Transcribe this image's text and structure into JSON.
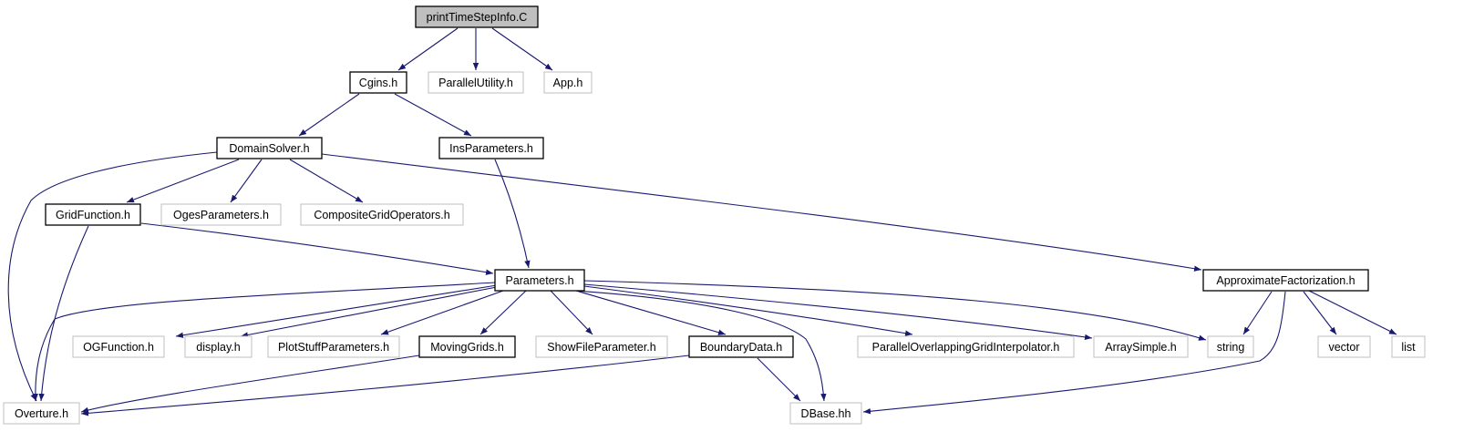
{
  "colors": {
    "edge": "#191970",
    "root_fill": "#bfbfbf",
    "doc_border": "#000000",
    "external_border": "#bfbfbf"
  },
  "nodes": [
    {
      "id": "printTimeStepInfo",
      "label": "printTimeStepInfo.C",
      "kind": "root"
    },
    {
      "id": "Cgins",
      "label": "Cgins.h",
      "kind": "doc"
    },
    {
      "id": "ParallelUtility",
      "label": "ParallelUtility.h",
      "kind": "external"
    },
    {
      "id": "App",
      "label": "App.h",
      "kind": "external"
    },
    {
      "id": "DomainSolver",
      "label": "DomainSolver.h",
      "kind": "doc"
    },
    {
      "id": "InsParameters",
      "label": "InsParameters.h",
      "kind": "doc"
    },
    {
      "id": "GridFunction",
      "label": "GridFunction.h",
      "kind": "doc"
    },
    {
      "id": "OgesParameters",
      "label": "OgesParameters.h",
      "kind": "external"
    },
    {
      "id": "CompositeGridOperators",
      "label": "CompositeGridOperators.h",
      "kind": "external"
    },
    {
      "id": "Parameters",
      "label": "Parameters.h",
      "kind": "doc"
    },
    {
      "id": "ApproximateFactorization",
      "label": "ApproximateFactorization.h",
      "kind": "doc"
    },
    {
      "id": "OGFunction",
      "label": "OGFunction.h",
      "kind": "external"
    },
    {
      "id": "display",
      "label": "display.h",
      "kind": "external"
    },
    {
      "id": "PlotStuffParameters",
      "label": "PlotStuffParameters.h",
      "kind": "external"
    },
    {
      "id": "MovingGrids",
      "label": "MovingGrids.h",
      "kind": "doc"
    },
    {
      "id": "ShowFileParameter",
      "label": "ShowFileParameter.h",
      "kind": "external"
    },
    {
      "id": "BoundaryData",
      "label": "BoundaryData.h",
      "kind": "doc"
    },
    {
      "id": "ParallelOverlappingGridInterpolator",
      "label": "ParallelOverlappingGridInterpolator.h",
      "kind": "external"
    },
    {
      "id": "ArraySimple",
      "label": "ArraySimple.h",
      "kind": "external"
    },
    {
      "id": "string",
      "label": "string",
      "kind": "external"
    },
    {
      "id": "vector",
      "label": "vector",
      "kind": "external"
    },
    {
      "id": "list",
      "label": "list",
      "kind": "external"
    },
    {
      "id": "Overture",
      "label": "Overture.h",
      "kind": "external"
    },
    {
      "id": "DBase",
      "label": "DBase.hh",
      "kind": "external"
    }
  ],
  "edges": [
    {
      "from": "printTimeStepInfo",
      "to": "Cgins"
    },
    {
      "from": "printTimeStepInfo",
      "to": "ParallelUtility"
    },
    {
      "from": "printTimeStepInfo",
      "to": "App"
    },
    {
      "from": "Cgins",
      "to": "DomainSolver"
    },
    {
      "from": "Cgins",
      "to": "InsParameters"
    },
    {
      "from": "DomainSolver",
      "to": "GridFunction"
    },
    {
      "from": "DomainSolver",
      "to": "OgesParameters"
    },
    {
      "from": "DomainSolver",
      "to": "CompositeGridOperators"
    },
    {
      "from": "DomainSolver",
      "to": "ApproximateFactorization"
    },
    {
      "from": "DomainSolver",
      "to": "Overture"
    },
    {
      "from": "InsParameters",
      "to": "Parameters"
    },
    {
      "from": "GridFunction",
      "to": "Parameters"
    },
    {
      "from": "GridFunction",
      "to": "Overture"
    },
    {
      "from": "Parameters",
      "to": "Overture"
    },
    {
      "from": "Parameters",
      "to": "OGFunction"
    },
    {
      "from": "Parameters",
      "to": "display"
    },
    {
      "from": "Parameters",
      "to": "PlotStuffParameters"
    },
    {
      "from": "Parameters",
      "to": "MovingGrids"
    },
    {
      "from": "Parameters",
      "to": "ShowFileParameter"
    },
    {
      "from": "Parameters",
      "to": "BoundaryData"
    },
    {
      "from": "Parameters",
      "to": "ParallelOverlappingGridInterpolator"
    },
    {
      "from": "Parameters",
      "to": "ArraySimple"
    },
    {
      "from": "Parameters",
      "to": "string"
    },
    {
      "from": "Parameters",
      "to": "DBase"
    },
    {
      "from": "MovingGrids",
      "to": "Overture"
    },
    {
      "from": "BoundaryData",
      "to": "Overture"
    },
    {
      "from": "BoundaryData",
      "to": "DBase"
    },
    {
      "from": "ApproximateFactorization",
      "to": "string"
    },
    {
      "from": "ApproximateFactorization",
      "to": "vector"
    },
    {
      "from": "ApproximateFactorization",
      "to": "list"
    },
    {
      "from": "ApproximateFactorization",
      "to": "DBase"
    }
  ]
}
